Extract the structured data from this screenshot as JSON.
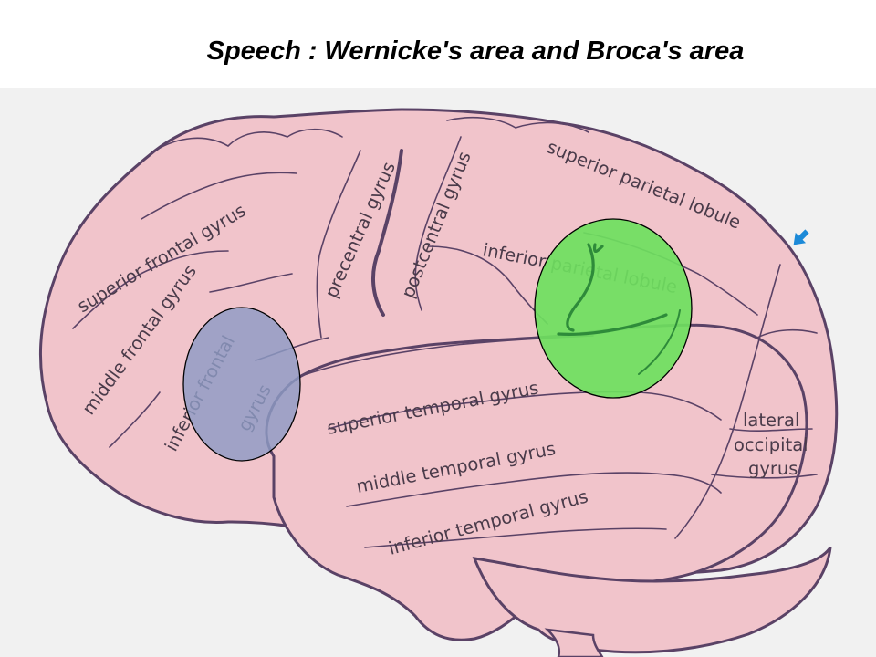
{
  "title": "Speech : Wernicke's area and Broca's area",
  "colors": {
    "brain_fill": "#f1c4cb",
    "brain_outline": "#5a4266",
    "broca_fill": "#8e9bc4",
    "wernicke_fill": "#6ee05e",
    "wernicke_vessel": "#2e8b3a",
    "pointer_arrow": "#1c8ad8",
    "panel_background": "#f1f1f1"
  },
  "labels": {
    "superior_frontal_gyrus": "superior frontal gyrus",
    "middle_frontal_gyrus": "middle frontal gyrus",
    "inferior_frontal_gyrus_1": "inferior frontal",
    "inferior_frontal_gyrus_2": "gyrus",
    "precentral_gyrus": "precentral gyrus",
    "postcentral_gyrus": "postcentral gyrus",
    "superior_parietal_lobule": "superior parietal lobule",
    "inferior_parietal_lobule": "inferior parietal lobule",
    "superior_temporal_gyrus": "superior temporal gyrus",
    "middle_temporal_gyrus": "middle temporal gyrus",
    "inferior_temporal_gyrus": "inferior temporal gyrus",
    "lateral_occipital_gyrus_1": "lateral",
    "lateral_occipital_gyrus_2": "occipital",
    "lateral_occipital_gyrus_3": "gyrus"
  },
  "icons": {
    "pointer": "arrow-pointer-icon"
  }
}
